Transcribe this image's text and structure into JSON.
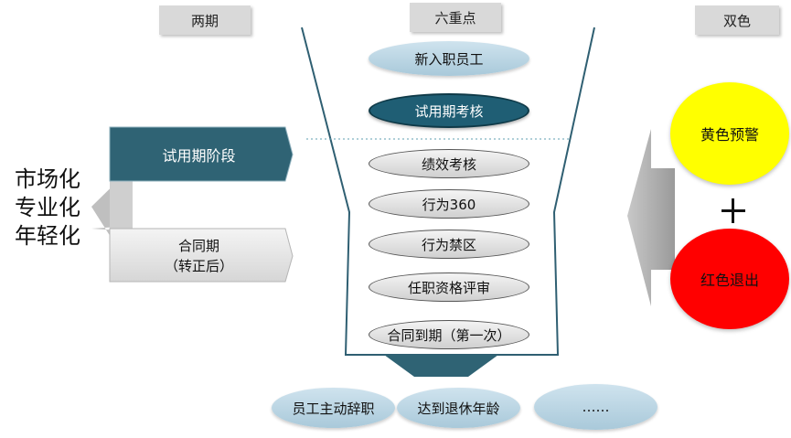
{
  "headers": {
    "left": "两期",
    "center": "六重点",
    "right": "双色"
  },
  "left": {
    "labels": [
      "市场化",
      "专业化",
      "年轻化"
    ],
    "stage_probation": "试用期阶段",
    "stage_contract_line1": "合同期",
    "stage_contract_line2": "（转正后）"
  },
  "center": {
    "top_items": [
      "新入职员工",
      "试用期考核"
    ],
    "items": [
      "绩效考核",
      "行为360",
      "行为禁区",
      "任职资格评审",
      "合同到期（第一次）"
    ]
  },
  "bottom": {
    "items": [
      "员工主动辞职",
      "达到退休年龄",
      "……"
    ]
  },
  "right": {
    "yellow_label": "黄色预警",
    "plus": "+",
    "red_label": "红色退出"
  },
  "colors": {
    "header_bg": "#d9d9d9",
    "dark_teal": "#1f5e74",
    "light_blue": "#b9d4e3",
    "funnel_line": "#2f5f72",
    "yellow": "#ffff00",
    "red": "#ff0000"
  }
}
